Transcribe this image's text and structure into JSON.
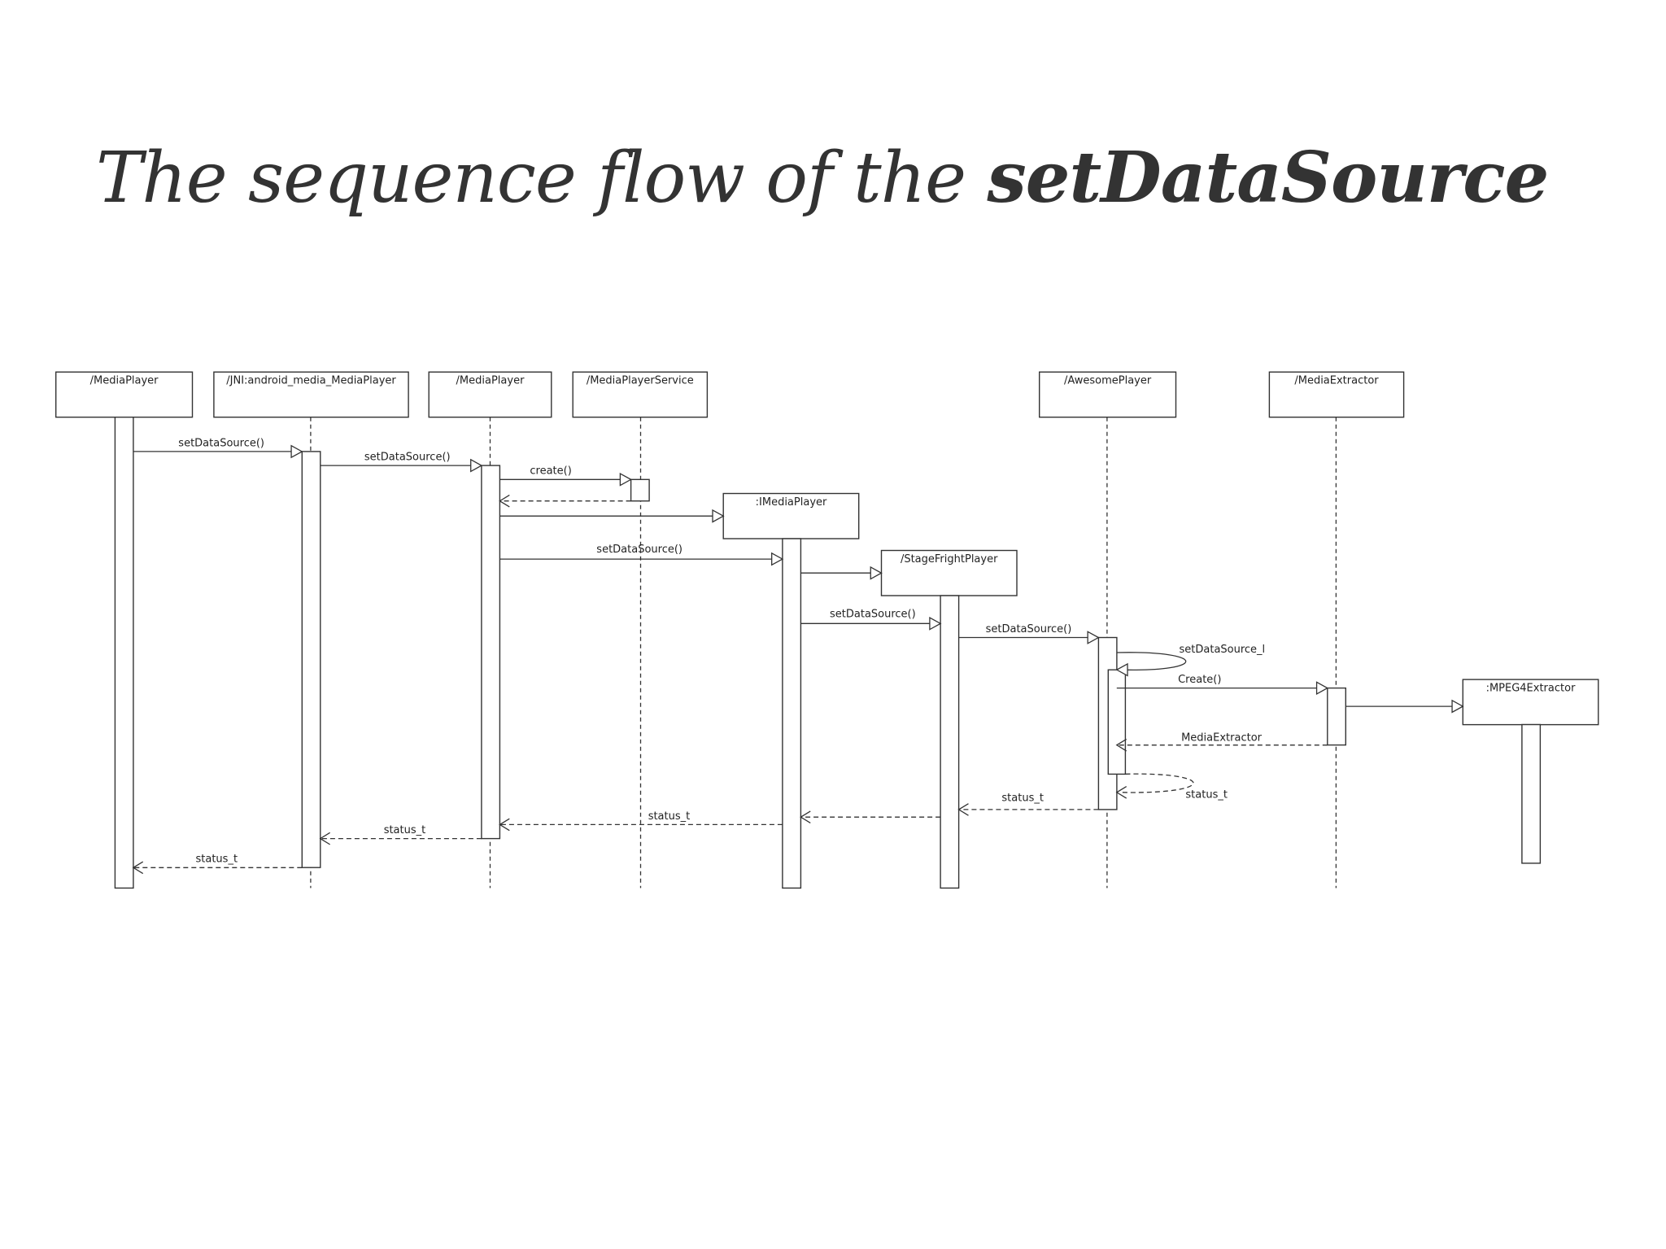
{
  "title": {
    "normal": "The sequence flow of the ",
    "bold": "setDataSource"
  },
  "diagram": {
    "objects": [
      {
        "id": "mp_java",
        "label": "/MediaPlayer"
      },
      {
        "id": "jni",
        "label": "/JNI:android_media_MediaPlayer"
      },
      {
        "id": "mp_native",
        "label": "/MediaPlayer"
      },
      {
        "id": "mps",
        "label": "/MediaPlayerService"
      },
      {
        "id": "imp",
        "label": ":IMediaPlayer"
      },
      {
        "id": "sfp",
        "label": "/StageFrightPlayer"
      },
      {
        "id": "ap",
        "label": "/AwesomePlayer"
      },
      {
        "id": "me",
        "label": "/MediaExtractor"
      },
      {
        "id": "mp4",
        "label": ":MPEG4Extractor"
      }
    ],
    "messages": [
      {
        "from": "mp_java",
        "to": "jni",
        "label": "setDataSource()",
        "kind": "call"
      },
      {
        "from": "jni",
        "to": "mp_native",
        "label": "setDataSource()",
        "kind": "call"
      },
      {
        "from": "mp_native",
        "to": "mps",
        "label": "create()",
        "kind": "call"
      },
      {
        "from": "mps",
        "to": "mp_native",
        "label": "",
        "kind": "return"
      },
      {
        "from": "mp_native",
        "to": "imp",
        "label": "",
        "kind": "create"
      },
      {
        "from": "mp_native",
        "to": "imp",
        "label": "setDataSource()",
        "kind": "call"
      },
      {
        "from": "imp",
        "to": "sfp",
        "label": "",
        "kind": "create"
      },
      {
        "from": "imp",
        "to": "sfp",
        "label": "setDataSource()",
        "kind": "call"
      },
      {
        "from": "sfp",
        "to": "ap",
        "label": "setDataSource()",
        "kind": "call"
      },
      {
        "from": "ap",
        "to": "ap",
        "label": "setDataSource_l",
        "kind": "self"
      },
      {
        "from": "ap",
        "to": "me",
        "label": "Create()",
        "kind": "call"
      },
      {
        "from": "me",
        "to": "mp4",
        "label": "",
        "kind": "create"
      },
      {
        "from": "me",
        "to": "ap",
        "label": "MediaExtractor",
        "kind": "return"
      },
      {
        "from": "ap",
        "to": "ap",
        "label": "status_t",
        "kind": "self-return"
      },
      {
        "from": "ap",
        "to": "sfp",
        "label": "status_t",
        "kind": "return"
      },
      {
        "from": "sfp",
        "to": "imp",
        "label": "",
        "kind": "return"
      },
      {
        "from": "imp",
        "to": "mp_native",
        "label": "status_t",
        "kind": "return"
      },
      {
        "from": "mp_native",
        "to": "jni",
        "label": "status_t",
        "kind": "return"
      },
      {
        "from": "jni",
        "to": "mp_java",
        "label": "status_t",
        "kind": "return"
      }
    ]
  }
}
